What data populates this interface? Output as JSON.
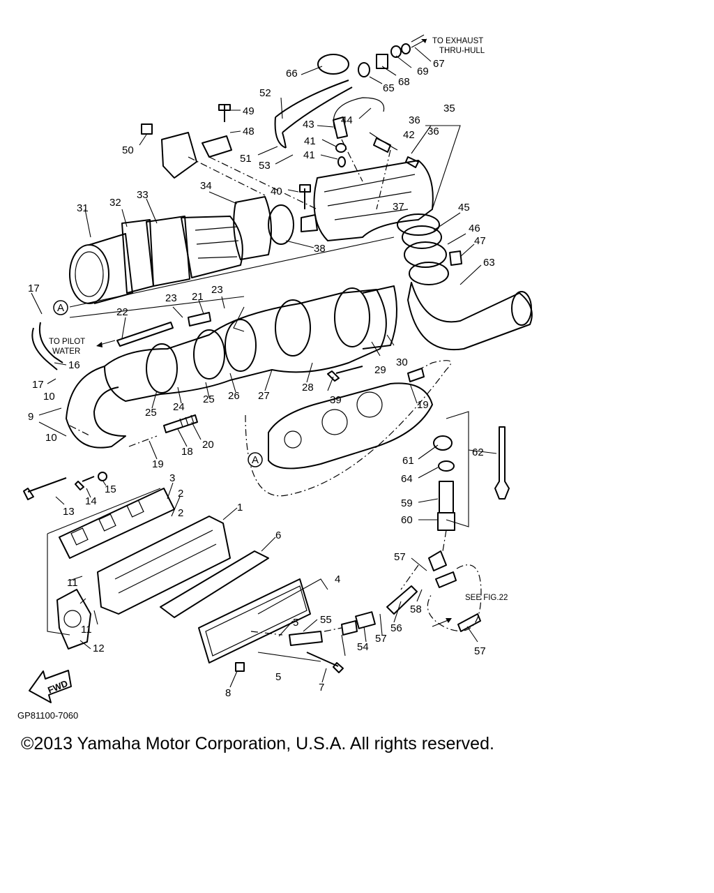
{
  "diagram": {
    "drawing_code": "GP81100-7060",
    "notes": {
      "to_exhaust_line1": "TO EXHAUST",
      "to_exhaust_line2": "THRU-HULL",
      "to_pilot_line1": "TO PILOT",
      "to_pilot_line2": "WATER",
      "see_fig": "SEE FIG.22",
      "fwd": "FWD",
      "ref_a": "A"
    },
    "callouts": [
      "1",
      "2",
      "2",
      "3",
      "4",
      "5",
      "5",
      "6",
      "7",
      "8",
      "9",
      "10",
      "10",
      "11",
      "11",
      "12",
      "13",
      "14",
      "15",
      "16",
      "17",
      "17",
      "18",
      "19",
      "19",
      "20",
      "21",
      "22",
      "23",
      "23",
      "24",
      "25",
      "25",
      "26",
      "27",
      "28",
      "29",
      "30",
      "31",
      "32",
      "33",
      "34",
      "35",
      "36",
      "36",
      "37",
      "38",
      "39",
      "40",
      "41",
      "41",
      "42",
      "43",
      "44",
      "45",
      "46",
      "47",
      "48",
      "49",
      "50",
      "51",
      "52",
      "53",
      "54",
      "55",
      "56",
      "57",
      "57",
      "57",
      "58",
      "59",
      "60",
      "61",
      "62",
      "63",
      "64",
      "65",
      "66",
      "67",
      "68",
      "69"
    ]
  },
  "footer": {
    "copyright": "©2013 Yamaha Motor Corporation, U.S.A. All rights reserved."
  }
}
